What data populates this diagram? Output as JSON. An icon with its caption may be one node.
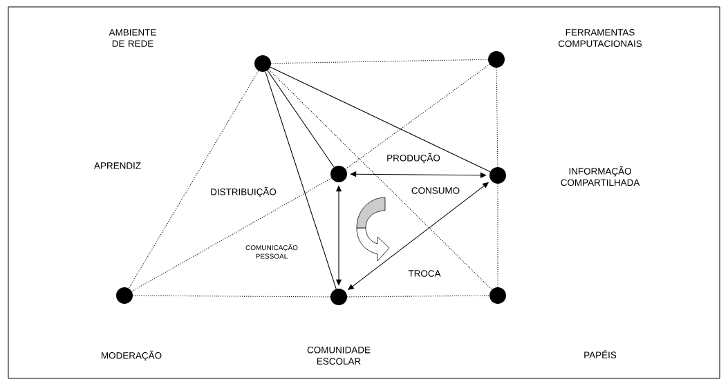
{
  "diagram": {
    "nodes": [
      {
        "text": [],
        "shape": "circle"
      },
      {
        "text": [],
        "shape": "circle"
      },
      {
        "text": [],
        "shape": "circle"
      },
      {
        "text": [],
        "shape": "circle"
      },
      {
        "text": [],
        "shape": "circle"
      },
      {
        "text": [],
        "shape": "circle"
      },
      {
        "text": [],
        "shape": "circle"
      }
    ],
    "edges": [
      {
        "from": 0,
        "to": 1,
        "arrow": "none",
        "style": "dashed"
      },
      {
        "from": 1,
        "to": 3,
        "arrow": "none",
        "style": "dashed"
      },
      {
        "from": 3,
        "to": 6,
        "arrow": "none",
        "style": "dashed"
      },
      {
        "from": 0,
        "to": 4,
        "arrow": "none",
        "style": "dashed"
      },
      {
        "from": 4,
        "to": 2,
        "arrow": "none",
        "style": "dashed"
      },
      {
        "from": 2,
        "to": 1,
        "arrow": "none",
        "style": "dashed"
      },
      {
        "from": 4,
        "to": 5,
        "arrow": "none",
        "style": "dashed"
      },
      {
        "from": 5,
        "to": 6,
        "arrow": "none",
        "style": "dashed"
      },
      {
        "from": 0,
        "to": 6,
        "arrow": "none",
        "style": "dashed"
      },
      {
        "from": 0,
        "to": 2,
        "arrow": "none"
      },
      {
        "from": 0,
        "to": 5,
        "arrow": "none"
      },
      {
        "from": 0,
        "to": 3,
        "arrow": "none"
      },
      {
        "from": 2,
        "to": 3,
        "arrow": "both",
        "label": "PRODUÇÃO"
      },
      {
        "from": 2,
        "to": 5,
        "arrow": "both"
      },
      {
        "from": 5,
        "to": 3,
        "arrow": "both",
        "label": "TROCA"
      }
    ],
    "labels": [
      "AMBIENTE DE REDE",
      "FERRAMENTAS COMPUTACIONAIS",
      "APRENDIZ",
      "INFORMAÇÃO COMPARTILHADA",
      "CONSUMO",
      "DISTRIBUIÇÃO",
      "COMUNICAÇÃO PESSOAL",
      "MODERAÇÃO",
      "COMUNIDADE ESCOLAR",
      "PAPÉIS"
    ]
  }
}
